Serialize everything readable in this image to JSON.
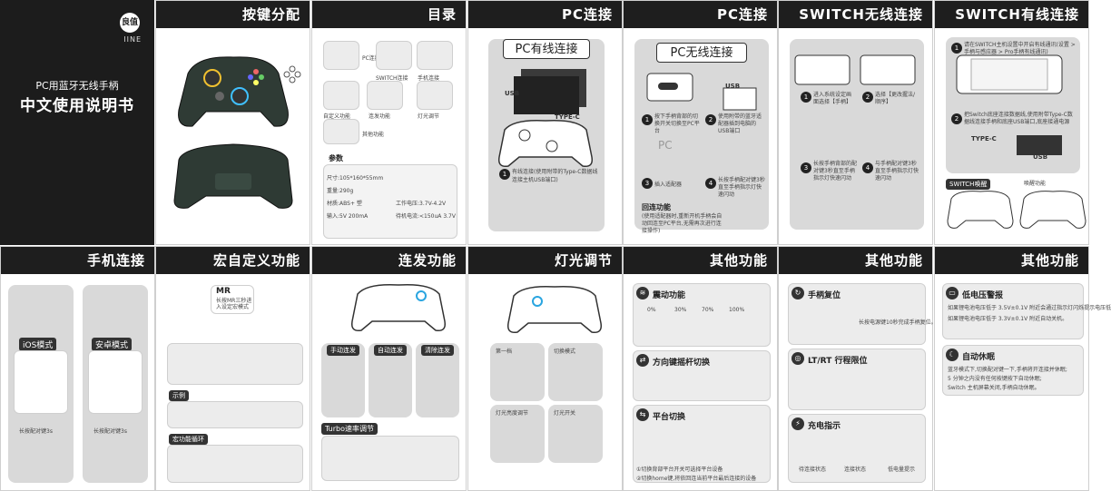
{
  "cover": {
    "logo": "良值",
    "logo_sub": "IINE",
    "subtitle": "PC用蓝牙无线手柄",
    "title": "中文使用说明书"
  },
  "headers": {
    "p1": "按键分配",
    "p2": "目录",
    "p3": "PC连接",
    "p4": "PC连接",
    "p5": "SWITCH无线连接",
    "p6": "SWITCH有线连接",
    "p7": "手机连接",
    "p8": "宏自定义功能",
    "p9": "连发功能",
    "p10": "灯光调节",
    "p11": "其他功能",
    "p12": "其他功能",
    "p13": "其他功能"
  },
  "p3": {
    "box_title": "PC有线连接",
    "usb": "USB",
    "typec": "TYPE-C",
    "step1": "有线连接(使用附带的Type-C数据线连接主机USB端口)"
  },
  "p4": {
    "box_title": "PC无线连接",
    "usb": "USB",
    "pc": "PC",
    "step1": "按下手柄背部的切换开关切换至PC平台",
    "step2": "使用附带的蓝牙适配器插到电脑的USB端口",
    "step3": "插入适配器",
    "step4": "长按手柄配对键3秒直至手柄指示灯快速闪动",
    "step5_title": "回连功能",
    "step5": "(使用适配器时,重新开机手柄会自动回连至PC平台,无需再次进行连接操作)"
  },
  "p5": {
    "s1": "进入系统设定画面选择【手柄】",
    "s2": "选择【更改握法/顺序】",
    "s3": "长按手柄背部的配对键3秒直至手柄指示灯快速闪动",
    "s4": "与手柄配对键3秒直至手柄指示灯快速闪动"
  },
  "p6": {
    "s1": "请在SWITCH主机设置中开启有线通讯(设置 > 手柄与感应器 > Pro手柄有线通讯)",
    "s2": "把Switch底座连接数据线,使用附带Type-C数据线连接手柄和底座USB端口,底座接通电源",
    "typec": "TYPE-C",
    "usb": "USB",
    "wake_title": "SWITCH唤醒",
    "wake2": "唤醒功能"
  },
  "p7": {
    "ios": "iOS模式",
    "android": "安卓模式",
    "ios_hint": "长按配对键3s",
    "android_hint": "长按配对键3s"
  },
  "p8": {
    "mr_label": "MR",
    "mr_text": "长按MR三秒进入设定宏模式",
    "demo_title": "示例",
    "loop_title": "宏功能循环"
  },
  "p9": {
    "c1": "手动连发",
    "c2": "自动连发",
    "c3": "清除连发",
    "turbo_title": "Turbo速率调节"
  },
  "p10": {
    "t1": "第一档",
    "t2": "切换模式",
    "t3": "灯光亮度调节",
    "t4": "灯光开关"
  },
  "p11": {
    "vib": "震动功能",
    "levels": [
      "0%",
      "30%",
      "70%",
      "100%"
    ],
    "dir": "方向键摇杆切换",
    "plat": "平台切换",
    "plat_note1": "①切换背部平台开关可选择平台设备",
    "plat_note2": "②切换home键,将依回连当前平台最后连接的设备"
  },
  "p12": {
    "reset": "手柄复位",
    "reset_text": "长按电源键10秒完成手柄复位。",
    "lt": "LT/RT 行程限位",
    "charge": "充电指示",
    "ch1": "待连接状态",
    "ch2": "连接状态",
    "ch3": "低电量提示"
  },
  "p13": {
    "low_title": "低电压警报",
    "low1": "如果锂电池电压低于 3.5V±0.1V 附近会通过指示灯闪烁提示电压低",
    "low2": "如果锂电池电压低于 3.3V±0.1V 附近自动关机。",
    "sleep_title": "自动休眠",
    "sleep1": "蓝牙模式下,切换配对键一下,手柄将开连接并休眠;",
    "sleep2": "5 分钟之内没有任何按键按下自动休眠;",
    "sleep3": "Switch 主机屏幕关闭,手柄自动休眠。"
  },
  "p2": {
    "items": [
      "PC连接",
      "SWITCH连接",
      "手机连接",
      "自定义功能",
      "连发功能",
      "灯光调节",
      "其他功能"
    ],
    "spec_title": "参数",
    "spec1": "尺寸:105*160*55mm",
    "spec2": "重量:290g",
    "spec3": "材质:ABS+ 塑",
    "spec4": "输入:5V 200mA",
    "spec5": "工作电压:3.7V-4.2V",
    "spec6": "待机电流:<150uA 3.7V"
  }
}
